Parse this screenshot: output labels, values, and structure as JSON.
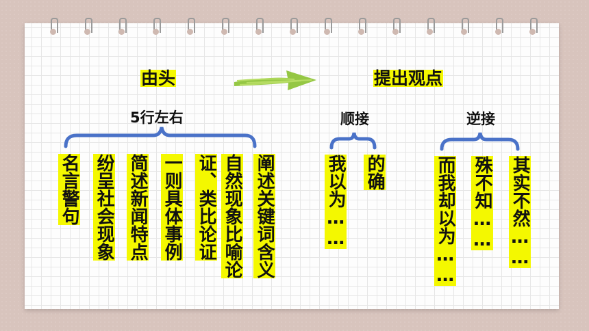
{
  "colors": {
    "brace": "#4a72c8",
    "highlight": "#f4f800",
    "arrow": "#8fc43a",
    "paper": "#fdfdfd",
    "background": "#d8c4bd"
  },
  "diagram": {
    "left_head": "由头",
    "right_head": "提出观点",
    "arrow_icon": "green-right-arrow-icon",
    "left_caption": "5行左右",
    "left_items": [
      "名言警句",
      "纷呈社会现象",
      "简述新闻特点",
      "一则具体事例",
      "证、类比论证",
      "自然现象比喻论",
      "阐述关键词含义"
    ],
    "forward_caption": "顺接",
    "forward_items": [
      "我以为……",
      "的确"
    ],
    "reverse_caption": "逆接",
    "reverse_items": [
      "而我却以为……",
      "殊不知……",
      "其实不然……"
    ]
  }
}
